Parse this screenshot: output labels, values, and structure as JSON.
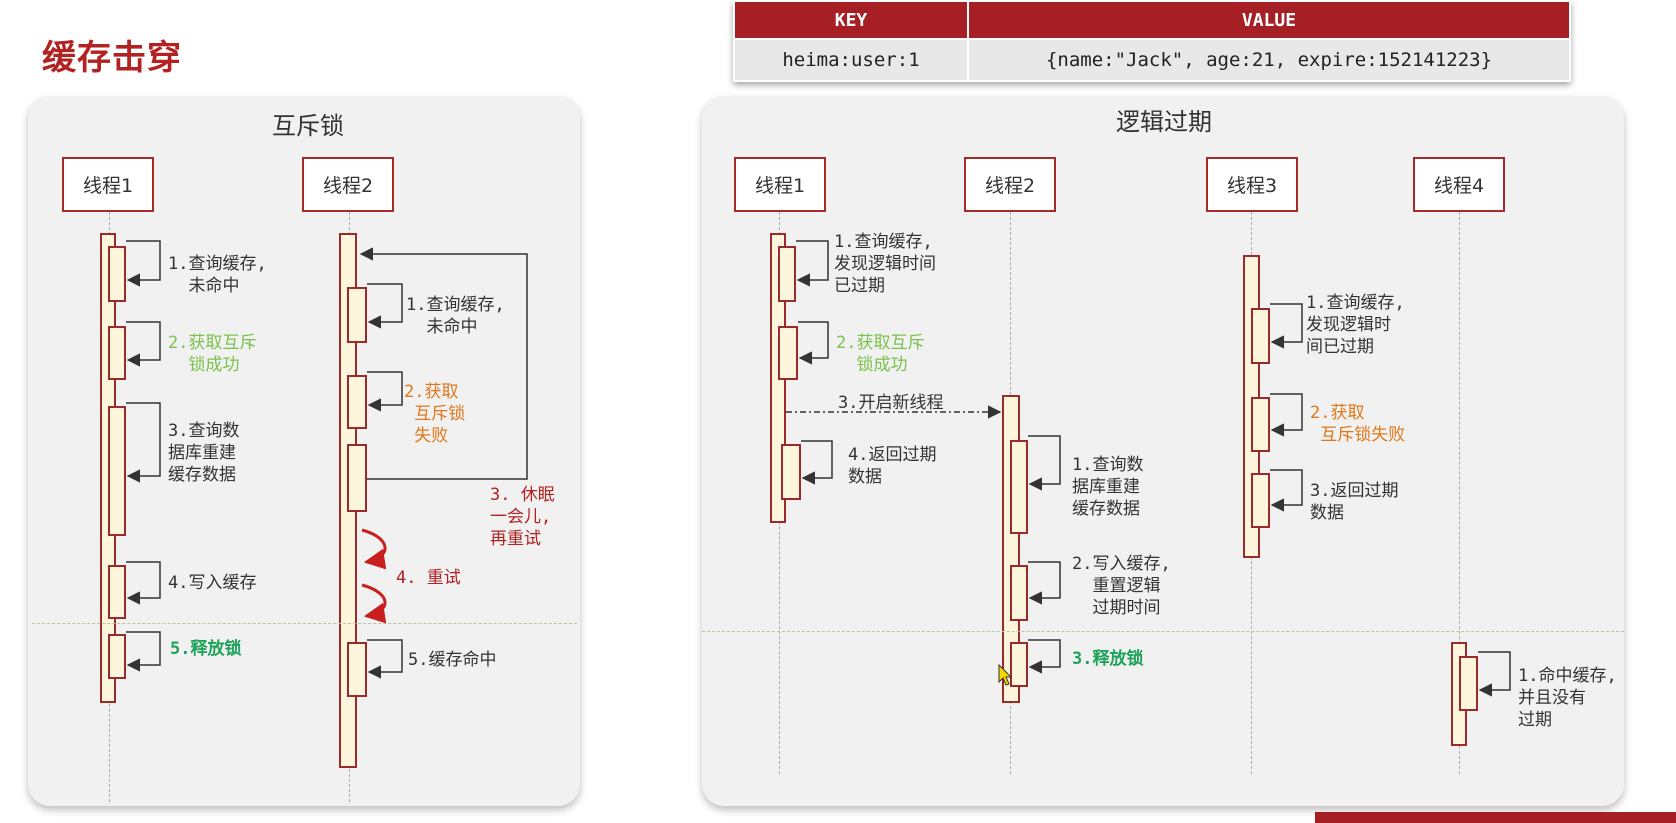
{
  "page_title": "缓存击穿",
  "kv_table": {
    "headers": [
      "KEY",
      "VALUE"
    ],
    "row": [
      "heima:user:1",
      "{name:\"Jack\", age:21, expire:152141223}"
    ]
  },
  "left_panel": {
    "title": "互斥锁",
    "threads": [
      "线程1",
      "线程2"
    ],
    "t1_notes": [
      "1.查询缓存,\n  未命中",
      "2.获取互斥\n  锁成功",
      "3.查询数\n据库重建\n缓存数据",
      "4.写入缓存",
      "5.释放锁"
    ],
    "t2_notes": [
      "1.查询缓存,\n  未命中",
      "2.获取\n 互斥锁\n 失败",
      "3. 休眠\n一会儿,\n再重试",
      "4. 重试",
      "5.缓存命中"
    ]
  },
  "right_panel": {
    "title": "逻辑过期",
    "threads": [
      "线程1",
      "线程2",
      "线程3",
      "线程4"
    ],
    "t1_notes": [
      "1.查询缓存,\n发现逻辑时间\n已过期",
      "2.获取互斥\n  锁成功",
      "3.开启新线程",
      "4.返回过期\n数据"
    ],
    "t2_notes": [
      "1.查询数\n据库重建\n缓存数据",
      "2.写入缓存,\n  重置逻辑\n  过期时间",
      "3.释放锁"
    ],
    "t3_notes": [
      "1.查询缓存,\n发现逻辑时\n间已过期",
      "2.获取\n 互斥锁失败",
      "3.返回过期\n数据"
    ],
    "t4_notes": [
      "1.命中缓存,\n并且没有\n过期"
    ]
  }
}
